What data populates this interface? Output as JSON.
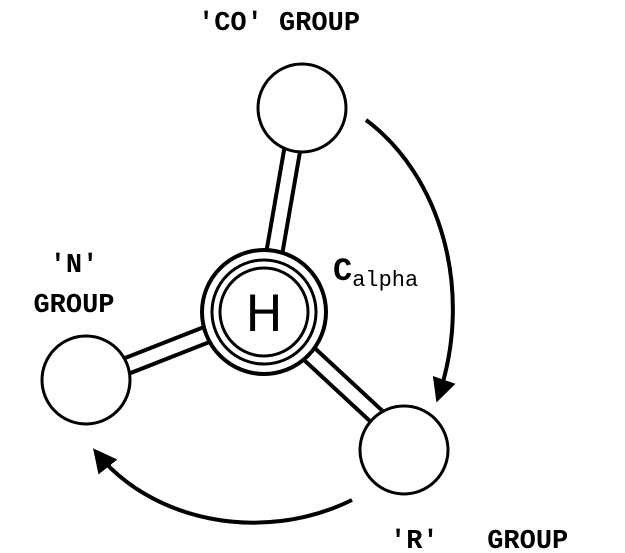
{
  "labels": {
    "co_group": "'CO' GROUP",
    "n_group_line1": "'N'",
    "n_group_line2": "GROUP",
    "r_group": "'R'   GROUP",
    "c_main": "C",
    "c_subscript": "alpha",
    "center_atom": "H"
  }
}
